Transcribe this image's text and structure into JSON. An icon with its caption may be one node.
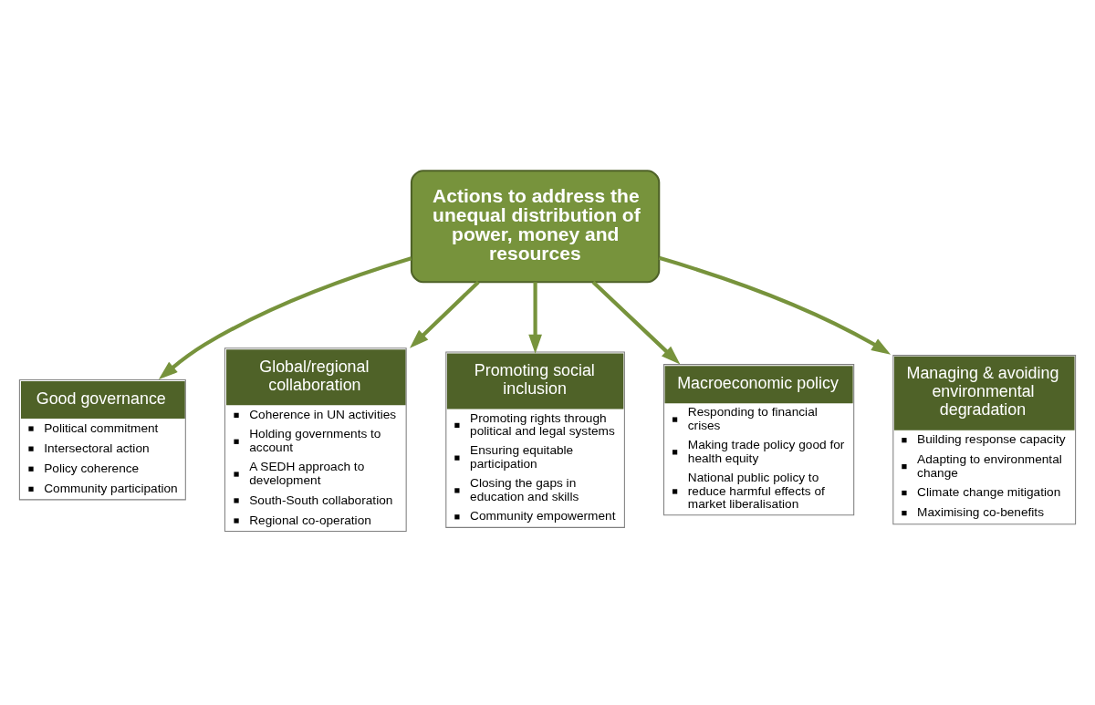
{
  "diagram": {
    "nodes": [
      {
        "text": [
          "Good governance",
          "Political commitment",
          "Intersectoral action",
          "Policy coherence",
          "Community participation"
        ]
      },
      {
        "text": [
          "Global/regional collaboration",
          "Coherence in UN activities",
          "Holding governments to account",
          "A SEDH approach to development",
          "South-South collaboration",
          "Regional co-operation"
        ]
      },
      {
        "text": [
          "Actions to address the unequal distribution of power, money and resources"
        ]
      },
      {
        "text": [
          "Promoting social inclusion",
          "Promoting rights through political and legal systems",
          "Ensuring equitable participation",
          "Closing the gaps in education and skills",
          "Community empowerment"
        ]
      },
      {
        "text": [
          "Macroeconomic policy",
          "Responding to financial crises",
          "Making trade policy good for health equity",
          "National public policy to reduce harmful effects of market liberalisation"
        ]
      },
      {
        "text": [
          "Managing & avoiding environmental degradation",
          "Building response capacity",
          "Adapting to environmental change",
          "Climate change mitigation",
          "Maximising co-benefits"
        ]
      }
    ],
    "edges": [
      {
        "from": 2,
        "to": 0,
        "arrow": "to"
      },
      {
        "from": 2,
        "to": 1,
        "arrow": "to"
      },
      {
        "from": 2,
        "to": 3,
        "arrow": "to"
      },
      {
        "from": 2,
        "to": 4,
        "arrow": "to"
      },
      {
        "from": 2,
        "to": 5,
        "arrow": "to"
      }
    ]
  }
}
